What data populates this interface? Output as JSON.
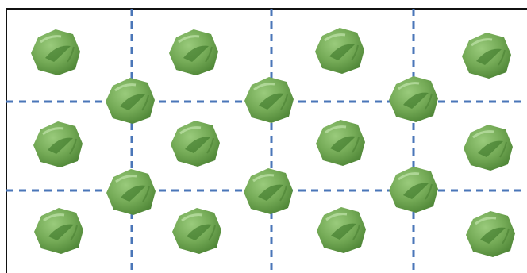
{
  "colors": {
    "background": "#ffffff",
    "border": "#111111",
    "grid_line": "#4a76b8",
    "seed_fill": "#74aa56",
    "seed_dark": "#4e8536",
    "seed_light": "#9acb7c"
  },
  "grid": {
    "vertical_lines": 3,
    "horizontal_lines": 2,
    "line_style": "dashed"
  },
  "seed_icon": "green-seed-icon",
  "seed_count": 18,
  "seed_groups": {
    "corner_rows": 3,
    "corner_columns": 4,
    "intersection_rows": 2,
    "intersection_columns": 3
  }
}
